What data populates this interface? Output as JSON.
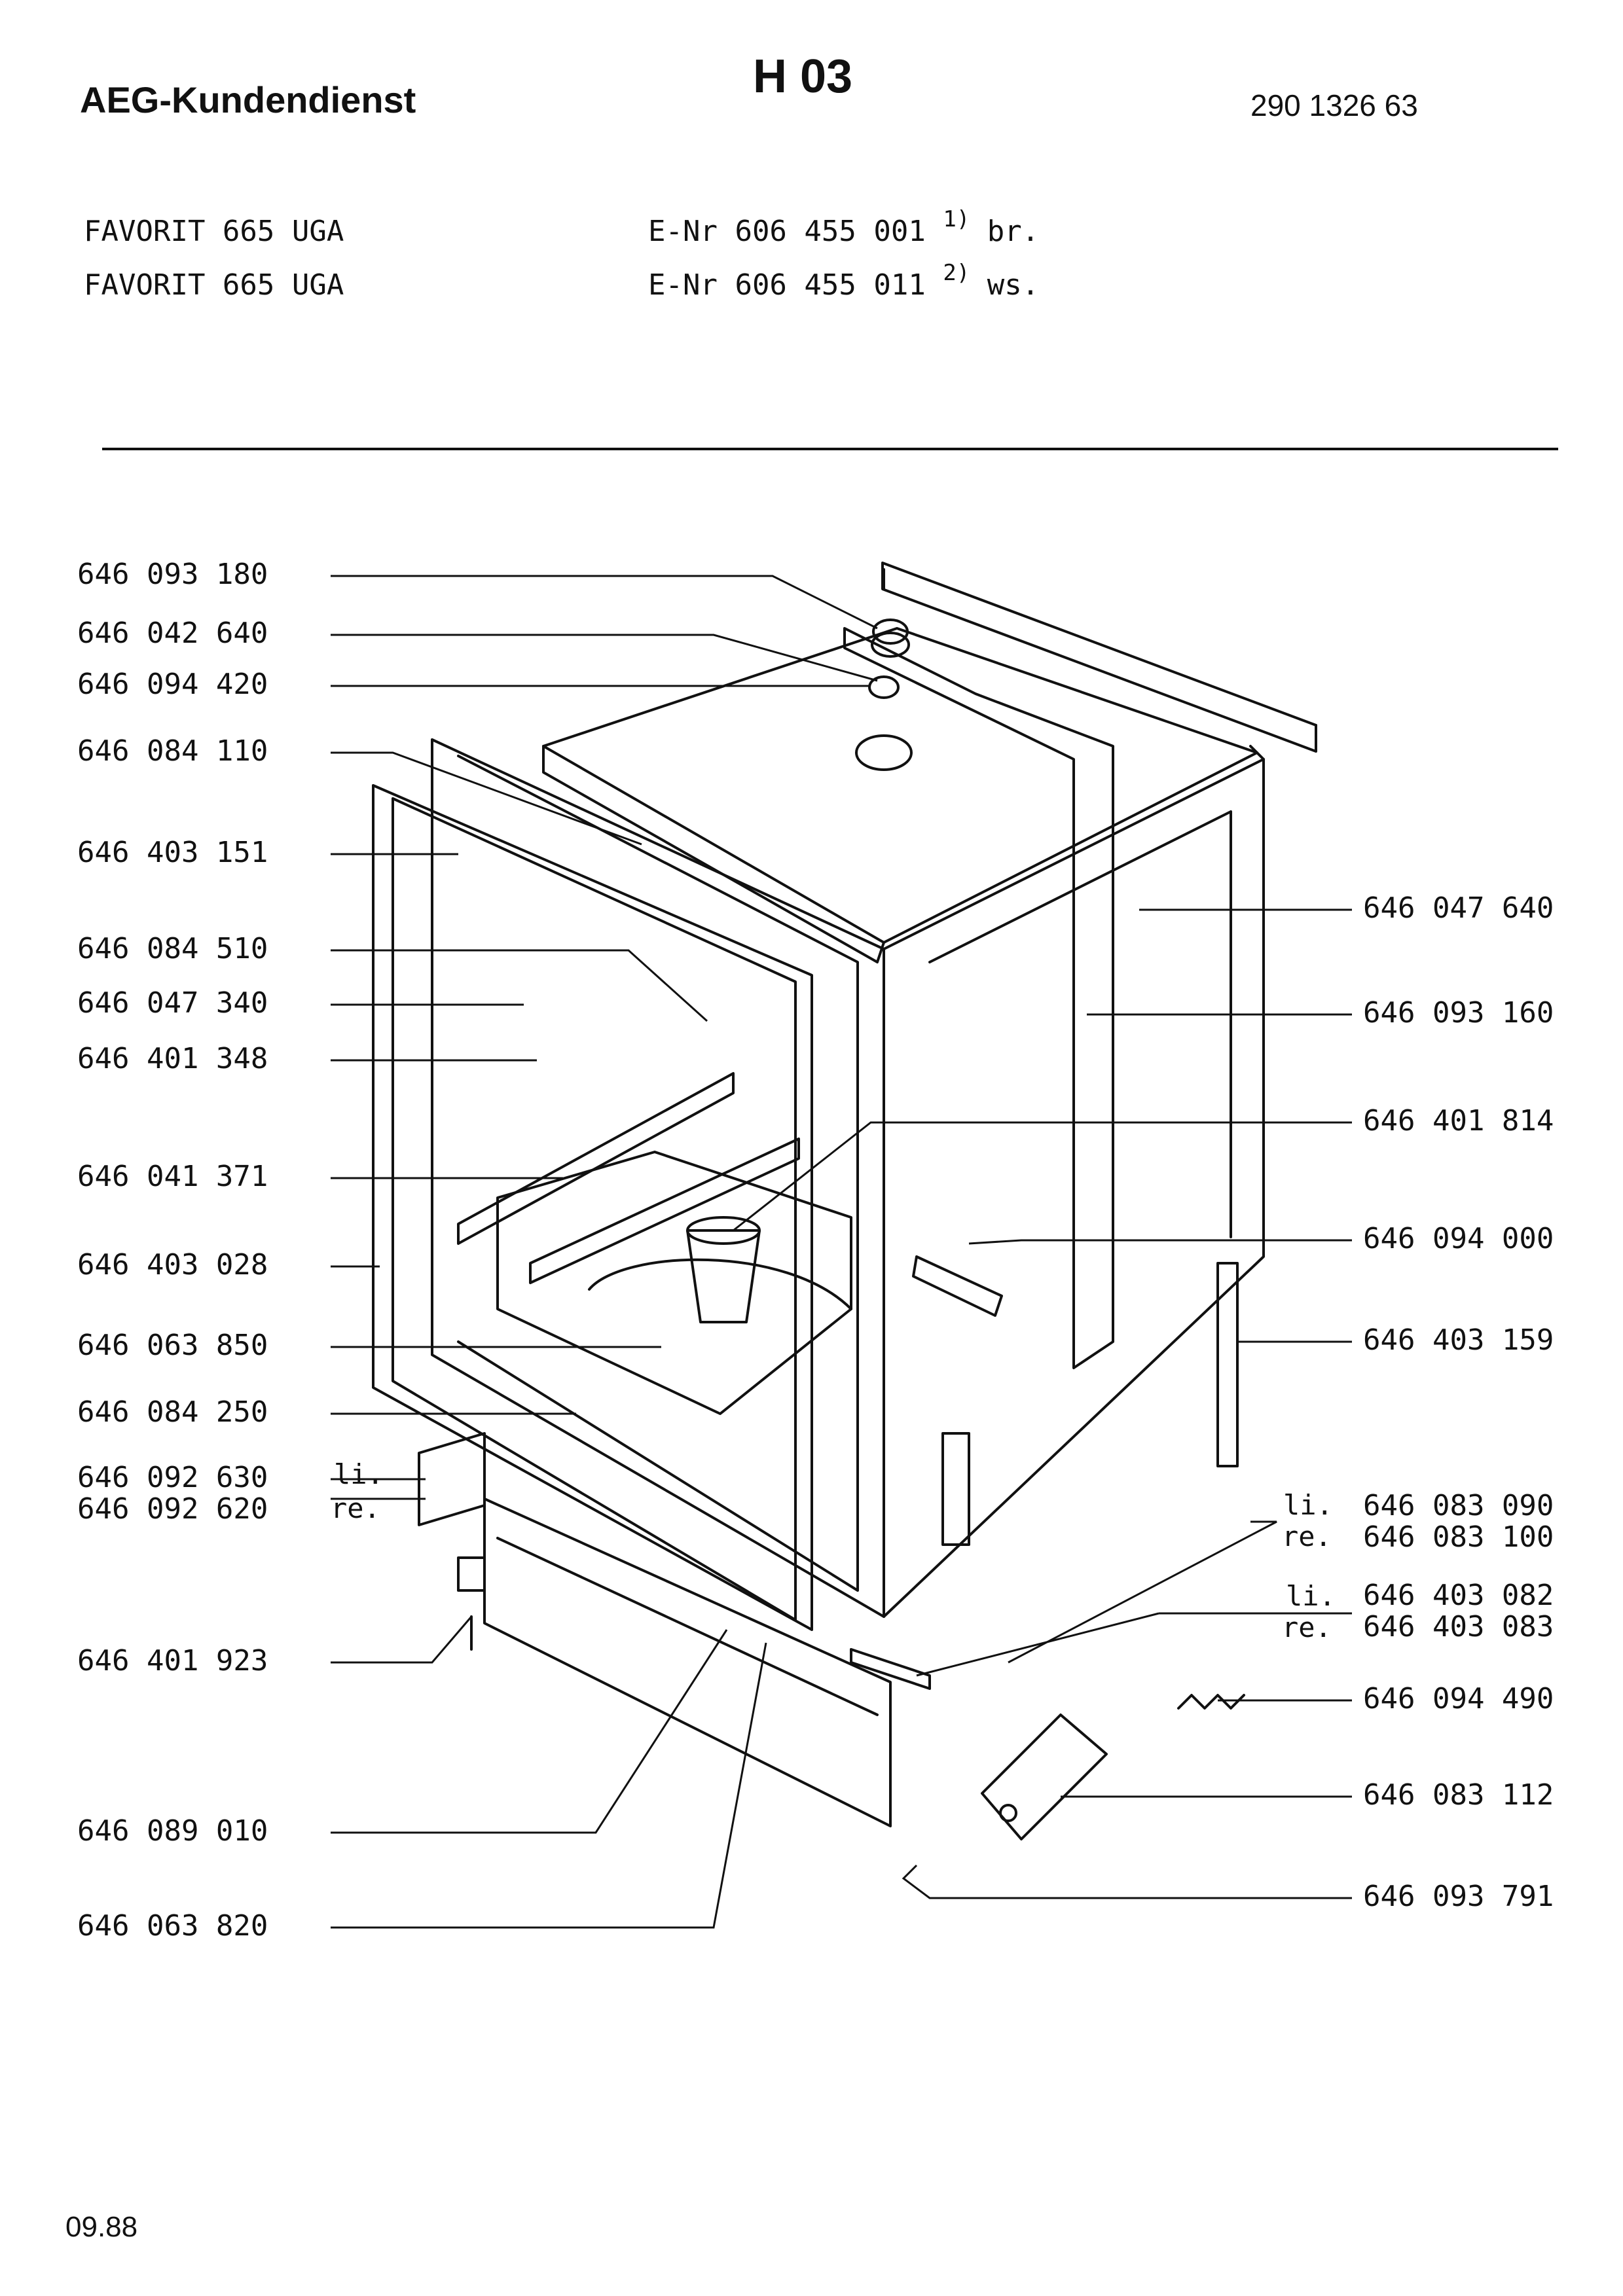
{
  "header": {
    "brand": "AEG-Kundendienst",
    "section": "H 03",
    "doc_number": "290 1326 63"
  },
  "models": [
    {
      "name": "FAVORIT 665 UGA",
      "enr": "E-Nr 606 455 001",
      "note": "1)",
      "variant": "br."
    },
    {
      "name": "FAVORIT 665 UGA",
      "enr": "E-Nr 606 455 011",
      "note": "2)",
      "variant": "ws."
    }
  ],
  "left_parts": [
    "646 093 180",
    "646 042 640",
    "646 094 420",
    "646 084 110",
    "646 403 151",
    "646 084 510",
    "646 047 340",
    "646 401 348",
    "646 041 371",
    "646 403 028",
    "646 063 850",
    "646 084 250",
    "646 092 630",
    "646 092 620",
    "646 401 923",
    "646 089 010",
    "646 063 820"
  ],
  "right_parts": [
    "646 047 640",
    "646 093 160",
    "646 401 814",
    "646 094 000",
    "646 403 159",
    "646 083 090",
    "646 083 100",
    "646 403 082",
    "646 403 083",
    "646 094 490",
    "646 083 112",
    "646 093 791"
  ],
  "side_labels": {
    "left": "li.",
    "right": "re."
  },
  "footer": {
    "date": "09.88"
  }
}
